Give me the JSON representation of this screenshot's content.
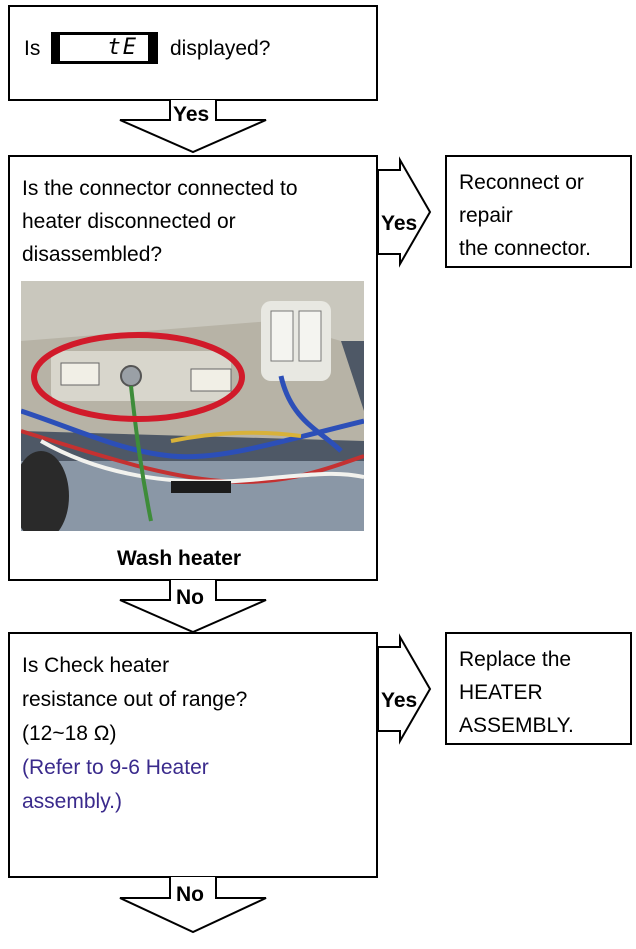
{
  "step1": {
    "prefix": "Is",
    "lcd_code": "tE",
    "suffix": "displayed?",
    "answer": "Yes"
  },
  "step2": {
    "lines": [
      "Is the connector connected to",
      "heater disconnected or",
      "disassembled?"
    ],
    "photo_caption": "Wash heater",
    "answer_down": "No",
    "answer_right": "Yes",
    "action_lines": [
      "Reconnect or",
      "repair",
      "the connector."
    ]
  },
  "step3": {
    "lines": [
      "Is Check heater",
      "resistance out of range?",
      "(12~18 Ω)"
    ],
    "ref_lines": [
      "(Refer to 9-6 Heater",
      "assembly.)"
    ],
    "answer_down": "No",
    "answer_right": "Yes",
    "action_lines": [
      "Replace the",
      "HEATER",
      "ASSEMBLY."
    ]
  },
  "colors": {
    "reference_text": "#3a2a8c",
    "highlight_ring": "#d11a2a"
  }
}
